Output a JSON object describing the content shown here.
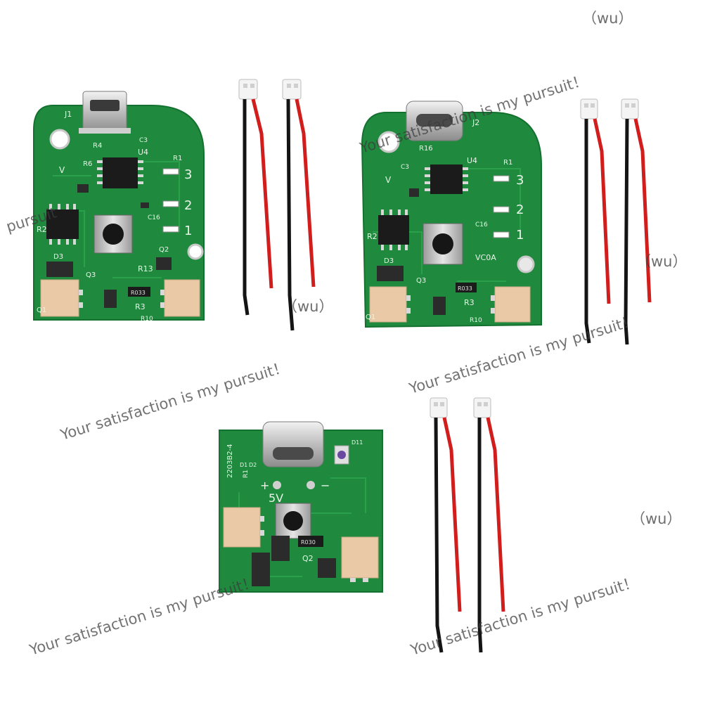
{
  "colors": {
    "pcb_green": "#1f8a3e",
    "pcb_dark": "#15712f",
    "wire_red": "#d21d1d",
    "wire_black": "#141414",
    "connector_tan": "#e9c9a6",
    "silk": "#e8f3e8"
  },
  "watermark": {
    "text": "Your satisfaction is my pursuit！",
    "tag": "（wu）",
    "fragment": "pursuit"
  },
  "board1": {
    "j_label": "J1",
    "u_label": "U4",
    "r1": "R1",
    "r2": "R2",
    "r3": "R3",
    "r4": "R4",
    "r6": "R6",
    "r10": "R10",
    "r13": "R13",
    "c3": "C3",
    "c16": "C16",
    "d3": "D3",
    "q1": "Q1",
    "q2": "Q2",
    "q3": "Q3",
    "led_3": "3",
    "led_2": "2",
    "led_1": "1",
    "resistor": "R033",
    "volt": "V"
  },
  "board2": {
    "j_label": "J2",
    "u_label": "U4",
    "r1": "R1",
    "r2": "R2",
    "r3": "R3",
    "r10": "R10",
    "r16": "R16",
    "c3": "C3",
    "c16": "C16",
    "d3": "D3",
    "q1": "Q1",
    "q3": "Q3",
    "led_3": "3",
    "led_2": "2",
    "led_1": "1",
    "resistor": "R033",
    "volt": "V",
    "code": "VC0A"
  },
  "board3": {
    "code": "2203B2-4",
    "r1": "R1",
    "d1": "D1",
    "d2": "D2",
    "d11": "D11",
    "plus": "+",
    "minus": "−",
    "volt": "5V",
    "q2": "Q2",
    "resistor": "R030"
  }
}
